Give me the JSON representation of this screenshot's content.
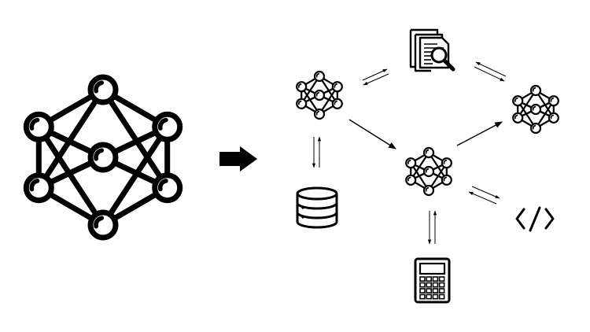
{
  "colors": {
    "background": "#ffffff",
    "stroke": "#000000",
    "fill": "#ffffff"
  },
  "diagram": {
    "nodes": [
      {
        "id": "large-network",
        "icon": "neural-network-icon"
      },
      {
        "id": "agent-a",
        "icon": "neural-network-icon"
      },
      {
        "id": "agent-b",
        "icon": "neural-network-icon"
      },
      {
        "id": "agent-c",
        "icon": "neural-network-icon"
      },
      {
        "id": "document-search",
        "icon": "document-search-icon"
      },
      {
        "id": "database",
        "icon": "database-icon"
      },
      {
        "id": "code",
        "icon": "code-icon"
      },
      {
        "id": "calculator",
        "icon": "calculator-icon"
      }
    ],
    "edges": [
      {
        "from": "large-network",
        "to": "agent-a",
        "type": "transform-arrow"
      },
      {
        "from": "agent-a",
        "to": "agent-b",
        "type": "directed"
      },
      {
        "from": "agent-b",
        "to": "agent-c",
        "type": "directed"
      },
      {
        "from": "agent-a",
        "to": "document-search",
        "type": "bidirectional"
      },
      {
        "from": "document-search",
        "to": "agent-c",
        "type": "bidirectional"
      },
      {
        "from": "agent-a",
        "to": "database",
        "type": "bidirectional"
      },
      {
        "from": "agent-b",
        "to": "code",
        "type": "bidirectional"
      },
      {
        "from": "agent-b",
        "to": "calculator",
        "type": "bidirectional"
      }
    ]
  }
}
